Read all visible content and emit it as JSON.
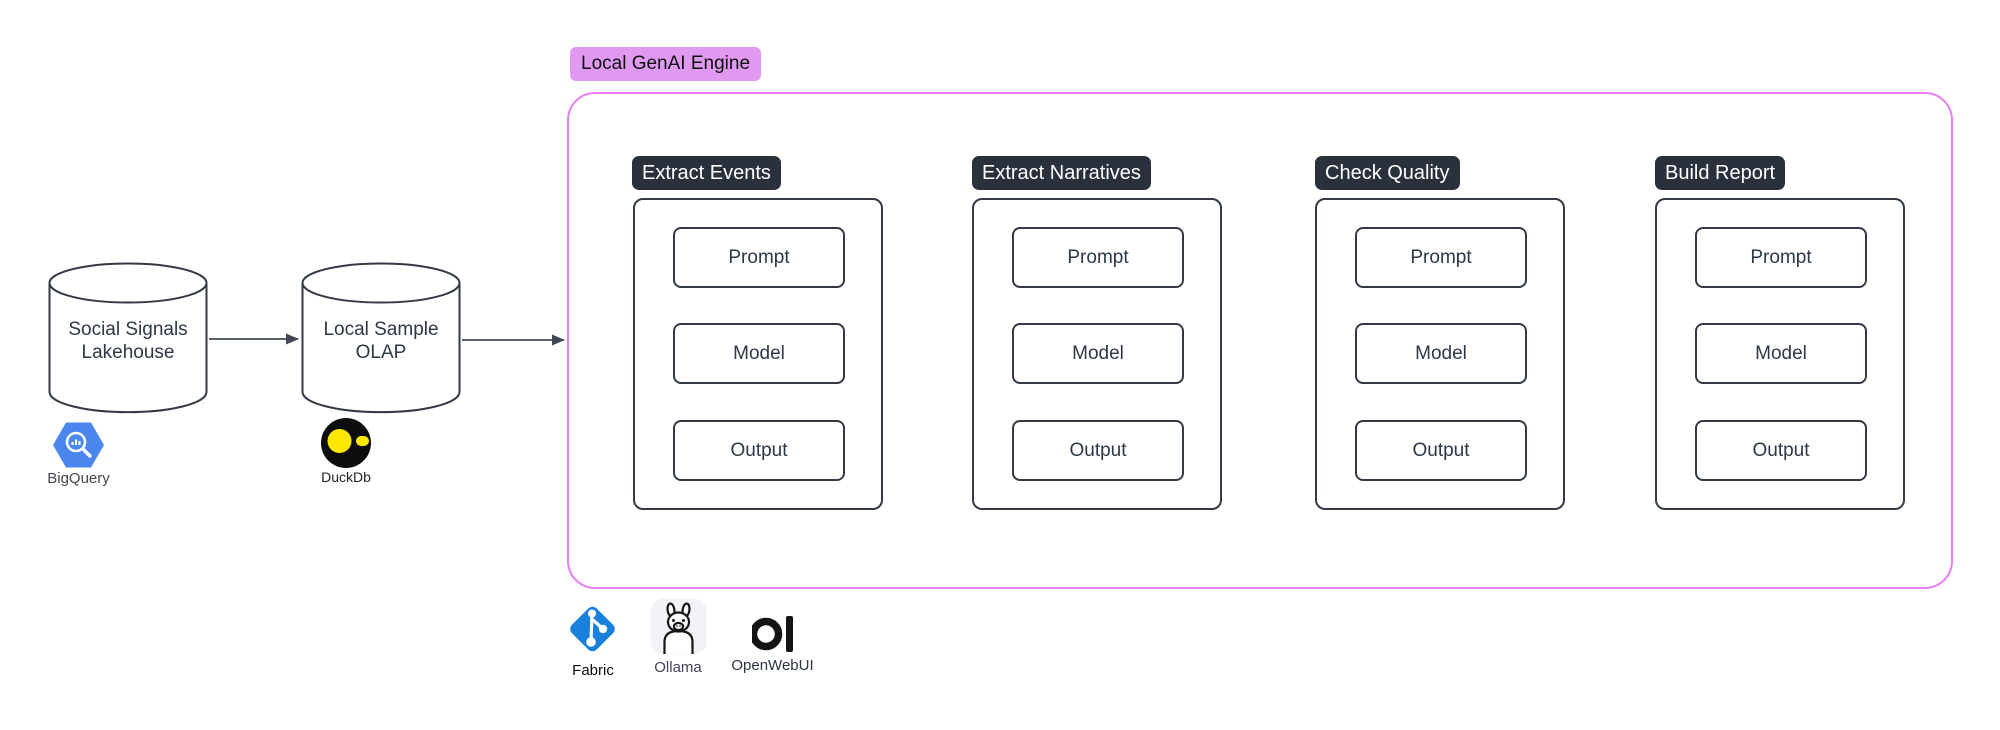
{
  "diagram": {
    "engine_tag": "Local GenAI Engine",
    "sources": [
      {
        "line1": "Social Signals",
        "line2": "Lakehouse",
        "tool": "BigQuery"
      },
      {
        "line1": "Local Sample",
        "line2": "OLAP",
        "tool": "DuckDb"
      }
    ],
    "stages": [
      {
        "label": "Extract Events",
        "boxes": [
          "Prompt",
          "Model",
          "Output"
        ]
      },
      {
        "label": "Extract Narratives",
        "boxes": [
          "Prompt",
          "Model",
          "Output"
        ]
      },
      {
        "label": "Check Quality",
        "boxes": [
          "Prompt",
          "Model",
          "Output"
        ]
      },
      {
        "label": "Build Report",
        "boxes": [
          "Prompt",
          "Model",
          "Output"
        ]
      }
    ],
    "tools": [
      {
        "name": "Fabric"
      },
      {
        "name": "Ollama"
      },
      {
        "name": "OpenWebUI"
      }
    ],
    "colors": {
      "engine_border": "#e77ef2",
      "engine_tag_bg": "#df99f1",
      "stage_label_bg": "#2a313d",
      "shape_stroke": "#333a46",
      "shape_text": "#2d3748",
      "arrow": "#3f4854",
      "bigquery_blue": "#4b86ee",
      "duckdb_yellow": "#ffe700",
      "fabric_blue": "#1a80dd",
      "ollama_bg": "#f2f3f6",
      "openwebui_black": "#141414"
    }
  }
}
